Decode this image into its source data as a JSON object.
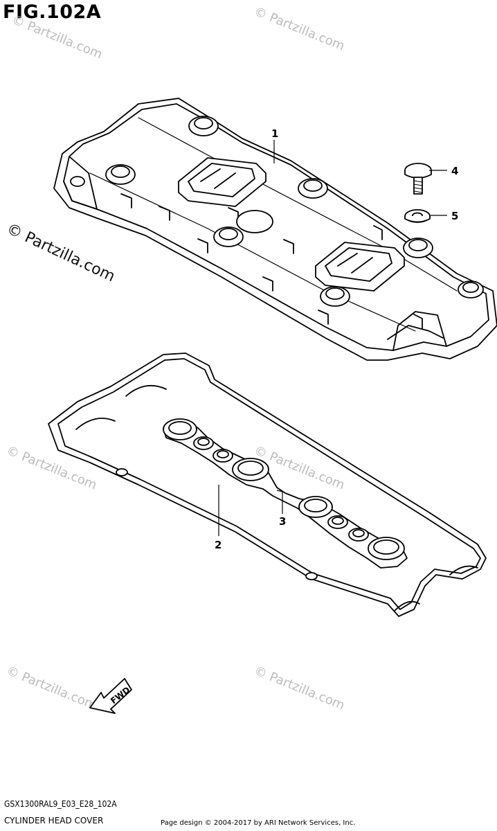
{
  "figure": {
    "title": "FIG.102A",
    "code": "GSX1300RAL9_E03_E28_102A",
    "name": "CYLINDER HEAD COVER",
    "copyright": "Page design © 2004-2017 by ARI Network Services, Inc."
  },
  "callouts": [
    {
      "number": "1",
      "part": "cylinder-head-cover"
    },
    {
      "number": "2",
      "part": "head-cover-gasket"
    },
    {
      "number": "3",
      "part": "plug-hole-gasket"
    },
    {
      "number": "4",
      "part": "bolt"
    },
    {
      "number": "5",
      "part": "washer"
    }
  ],
  "fwd_label": "FWD",
  "watermarks": {
    "light": "© Partzilla.com",
    "dark": "© Partzilla.com"
  }
}
